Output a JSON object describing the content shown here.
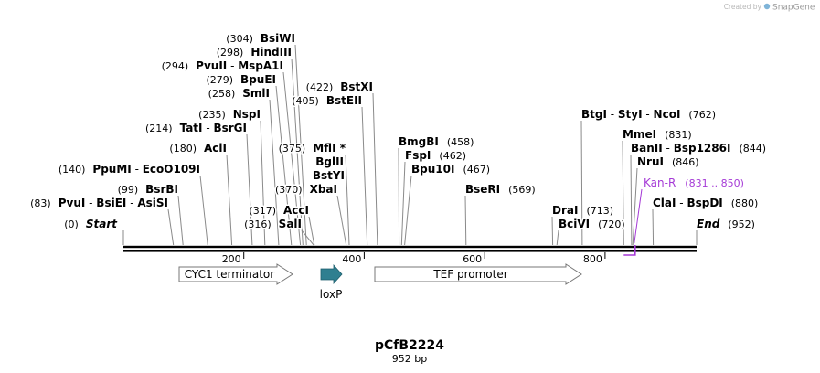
{
  "logo": {
    "prefix": "Created by",
    "brand": "SnapGene"
  },
  "start": {
    "label": "Start",
    "pos": 0
  },
  "end": {
    "label": "End",
    "pos": 952
  },
  "scale_ticks": [
    200,
    400,
    600,
    800
  ],
  "enzymes": [
    {
      "id": "pvui",
      "names": [
        "PvuI",
        "BsiEI",
        "AsiSI"
      ],
      "pos": 83
    },
    {
      "id": "bsrbi",
      "names": [
        "BsrBI"
      ],
      "pos": 99
    },
    {
      "id": "ppumi",
      "names": [
        "PpuMI",
        "EcoO109I"
      ],
      "pos": 140
    },
    {
      "id": "acli",
      "names": [
        "AclI"
      ],
      "pos": 180
    },
    {
      "id": "tati",
      "names": [
        "TatI",
        "BsrGI"
      ],
      "pos": 214
    },
    {
      "id": "nspi",
      "names": [
        "NspI"
      ],
      "pos": 235
    },
    {
      "id": "smli",
      "names": [
        "SmlI"
      ],
      "pos": 258
    },
    {
      "id": "bpuei",
      "names": [
        "BpuEI"
      ],
      "pos": 279
    },
    {
      "id": "pvuii",
      "names": [
        "PvuII",
        "MspA1I"
      ],
      "pos": 294
    },
    {
      "id": "hindiii",
      "names": [
        "HindIII"
      ],
      "pos": 298
    },
    {
      "id": "bsiwi",
      "names": [
        "BsiWI"
      ],
      "pos": 304
    },
    {
      "id": "sali",
      "names": [
        "SalI"
      ],
      "pos": 316
    },
    {
      "id": "acci",
      "names": [
        "AccI"
      ],
      "pos": 317
    },
    {
      "id": "xbai",
      "names": [
        "XbaI"
      ],
      "pos": 370
    },
    {
      "id": "mfli",
      "names": [
        "MflI *"
      ],
      "pos": 375
    },
    {
      "id": "bglii",
      "names": [
        "BglII"
      ]
    },
    {
      "id": "bstyi",
      "names": [
        "BstYI"
      ]
    },
    {
      "id": "bsteii",
      "names": [
        "BstEII"
      ],
      "pos": 405
    },
    {
      "id": "bstxi",
      "names": [
        "BstXI"
      ],
      "pos": 422
    },
    {
      "id": "bmgbi",
      "names": [
        "BmgBI"
      ],
      "pos": 458
    },
    {
      "id": "fspi",
      "names": [
        "FspI"
      ],
      "pos": 462
    },
    {
      "id": "bpu10i",
      "names": [
        "Bpu10I"
      ],
      "pos": 467
    },
    {
      "id": "bseri",
      "names": [
        "BseRI"
      ],
      "pos": 569
    },
    {
      "id": "drai",
      "names": [
        "DraI"
      ],
      "pos": 713
    },
    {
      "id": "bcivi",
      "names": [
        "BciVI"
      ],
      "pos": 720
    },
    {
      "id": "btgi",
      "names": [
        "BtgI",
        "StyI",
        "NcoI"
      ],
      "pos": 762
    },
    {
      "id": "mmei",
      "names": [
        "MmeI"
      ],
      "pos": 831
    },
    {
      "id": "banii",
      "names": [
        "BanII",
        "Bsp1286I"
      ],
      "pos": 844
    },
    {
      "id": "nrui",
      "names": [
        "NruI"
      ],
      "pos": 846
    },
    {
      "id": "clai",
      "names": [
        "ClaI",
        "BspDI"
      ],
      "pos": 880
    }
  ],
  "features": [
    {
      "id": "cyc1",
      "label": "CYC1 terminator",
      "direction": "forward"
    },
    {
      "id": "loxp",
      "label": "loxP",
      "direction": "forward",
      "color": "#2f7f90"
    },
    {
      "id": "tef",
      "label": "TEF promoter",
      "direction": "forward"
    },
    {
      "id": "kanr",
      "label": "Kan-R",
      "start": 831,
      "end": 850,
      "color": "#a53ad6"
    }
  ],
  "plasmid": {
    "name": "pCfB2224",
    "size_label": "952 bp"
  },
  "colors": {
    "backbone": "#000000",
    "leader": "#8a8a8a",
    "feature_outline": "#777777"
  }
}
